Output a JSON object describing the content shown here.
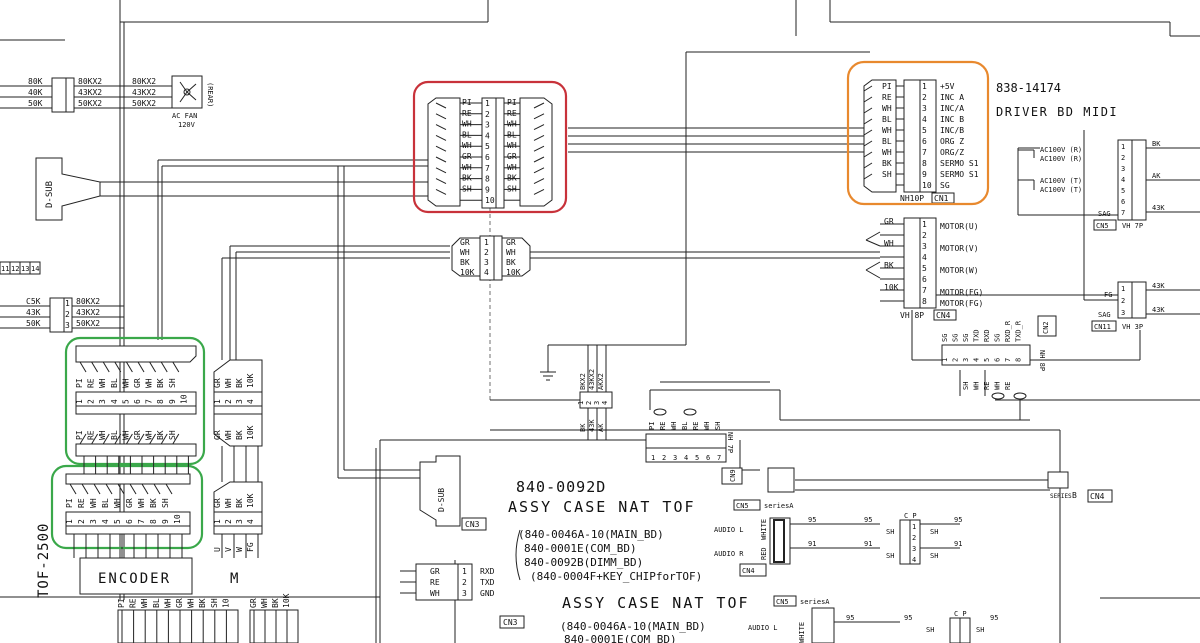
{
  "colors": {
    "ink": "#222222",
    "red": "#c8323a",
    "orange": "#e8892e",
    "green": "#3aa84a"
  },
  "top_left_harness": {
    "left_labels": [
      "80K",
      "40K",
      "50K"
    ],
    "right_labels": [
      "80KX2",
      "43KX2",
      "50KX2"
    ],
    "far_right_labels": [
      "80KX2",
      "43KX2",
      "50KX2"
    ],
    "pins": [
      "1",
      "2",
      "3"
    ]
  },
  "fan": {
    "name": "AC FAN",
    "voltage": "120V",
    "location": "(REAR)"
  },
  "dsub_label": "D-SUB",
  "left_terms": [
    "11",
    "12",
    "13",
    "14"
  ],
  "mid_left_harness": {
    "left_labels": [
      "C5K",
      "43K",
      "50K"
    ],
    "right_labels": [
      "80KX2",
      "43KX2",
      "50KX2"
    ],
    "pins": [
      "1",
      "2",
      "3"
    ]
  },
  "red_conn": {
    "left": [
      "PI",
      "RE",
      "WH",
      "BL",
      "WH",
      "GR",
      "WH",
      "BK",
      "SH"
    ],
    "right": [
      "PI",
      "RE",
      "WH",
      "BL",
      "WH",
      "GR",
      "WH",
      "BK",
      "SH"
    ],
    "pins": [
      "1",
      "2",
      "3",
      "4",
      "5",
      "6",
      "7",
      "8",
      "9",
      "10"
    ]
  },
  "mid_conn": {
    "left": [
      "GR",
      "WH",
      "BK",
      "10K"
    ],
    "right": [
      "GR",
      "WH",
      "BK",
      "10K"
    ],
    "pins": [
      "1",
      "2",
      "3",
      "4"
    ]
  },
  "driver": {
    "part": "838-14174",
    "name": "DRIVER BD MIDI",
    "wires": [
      "PI",
      "RE",
      "WH",
      "BL",
      "WH",
      "BL",
      "WH",
      "BK",
      "SH"
    ],
    "pins": [
      "1",
      "2",
      "3",
      "4",
      "5",
      "6",
      "7",
      "8",
      "9",
      "10"
    ],
    "signals": [
      "+5V",
      "INC A",
      "INC/A",
      "INC B",
      "INC/B",
      "ORG Z",
      "ORG/Z",
      "SERMO S1",
      "SERMO S1",
      "SG"
    ],
    "conn_type": "NH10P",
    "conn_name": "CN1"
  },
  "cn4": {
    "wires": [
      "GR",
      "WH",
      "BK",
      "10K"
    ],
    "pins": [
      "1",
      "2",
      "3",
      "4",
      "5",
      "6",
      "7",
      "8"
    ],
    "signals": [
      "MOTOR(U)",
      "MOTOR(V)",
      "MOTOR(W)",
      "MOTOR(FG)",
      "MOTOR(FG)"
    ],
    "type": "VH 8P",
    "name": "CN4"
  },
  "cn5_right": {
    "ac_labels": [
      "AC100V (R)",
      "AC100V (R)",
      "AC100V (T)",
      "AC100V (T)"
    ],
    "pins": [
      "1",
      "2",
      "3",
      "4",
      "5",
      "6",
      "7"
    ],
    "wire_labels": [
      "BK",
      "AK",
      "43K"
    ],
    "sag": "SAG",
    "name": "CN5",
    "type": "VH 7P"
  },
  "cn11": {
    "fg": "FG",
    "sag": "SAG",
    "pins": [
      "1",
      "2",
      "3"
    ],
    "wire_labels": [
      "43K",
      "43K"
    ],
    "name": "CN11",
    "type": "VH 3P"
  },
  "cn2": {
    "pins": [
      "1",
      "2",
      "3",
      "4",
      "5",
      "6",
      "7",
      "8"
    ],
    "signals": [
      "SG",
      "SG",
      "SG",
      "TXD",
      "RXD",
      "SG",
      "RXD_R",
      "TXD_R"
    ],
    "wires": [
      "SH",
      "WH",
      "RE",
      "WH",
      "RE"
    ],
    "name": "CN2",
    "type": "NH 8P"
  },
  "gnd_bundle": {
    "labels": [
      "BKX2",
      "43KX2",
      "AKX2"
    ],
    "pins": [
      "1",
      "2",
      "3",
      "4"
    ],
    "bottom_labels": [
      "BK",
      "43K",
      "AK"
    ]
  },
  "cn9": {
    "wires": [
      "PI",
      "RE",
      "WH",
      "BL",
      "RE",
      "WH",
      "SH"
    ],
    "pins": [
      "1",
      "2",
      "3",
      "4",
      "5",
      "6",
      "7"
    ],
    "type": "NH 7P",
    "name": "CN9"
  },
  "board": {
    "part": "840-0092D",
    "name": "ASSY CASE NAT TOF",
    "subs": [
      "(840-0046A-10(MAIN_BD)",
      "840-0001E(COM_BD)",
      "840-0092B(DIMM_BD)",
      "(840-0004F+KEY_CHIPforTOF)"
    ],
    "part_repeat": "ASSY CASE NAT TOF",
    "subs_repeat": [
      "(840-0046A-10(MAIN_BD)",
      "840-0001E(COM_BD)"
    ]
  },
  "cn5_mid": {
    "name": "CN5",
    "series": "seriesA"
  },
  "audio": {
    "labels": [
      "AUDIO L",
      "AUDIO R"
    ],
    "wire_labels": [
      "RED",
      "WHITE"
    ],
    "nums": [
      "95",
      "91"
    ],
    "cp_label": "C P",
    "sh_labels": [
      "SH",
      "SH"
    ],
    "cp_pins": [
      "1",
      "2",
      "3",
      "4"
    ],
    "name": "CN4"
  },
  "audio2": {
    "label": "AUDIO L",
    "nums": [
      "95"
    ],
    "name": "CN5",
    "series": "seriesA",
    "wire": "WHITE"
  },
  "series_b": {
    "label": "SERIES",
    "letter": "B",
    "name": "CN4"
  },
  "cn3": {
    "name": "CN3",
    "dsub": "D-SUB",
    "wires": [
      "GR",
      "RE",
      "WH"
    ],
    "pins": [
      "1",
      "2",
      "3"
    ],
    "signals": [
      "RXD",
      "TXD",
      "GND"
    ]
  },
  "cn3_bottom": {
    "name": "CN3"
  },
  "green_top": {
    "top": [
      "PI",
      "RE",
      "WH",
      "BL",
      "WH",
      "GR",
      "WH",
      "BK",
      "SH"
    ],
    "bottom": [
      "PI",
      "RE",
      "WH",
      "BL",
      "WH",
      "GR",
      "WH",
      "BK",
      "SH"
    ],
    "pins": [
      "1",
      "2",
      "3",
      "4",
      "5",
      "6",
      "7",
      "8",
      "9",
      "10"
    ]
  },
  "green_bottom": {
    "top": [
      "PI",
      "RE",
      "WH",
      "BL",
      "WH",
      "GR",
      "WH",
      "BK",
      "SH"
    ],
    "pins": [
      "1",
      "2",
      "3",
      "4",
      "5",
      "6",
      "7",
      "8",
      "9",
      "10"
    ]
  },
  "right_vconn_top": {
    "top": [
      "GR",
      "WH",
      "BK",
      "10K"
    ],
    "bottom": [
      "GR",
      "WH",
      "BK",
      "10K"
    ],
    "pins": [
      "1",
      "2",
      "3",
      "4"
    ]
  },
  "right_vconn_bottom": {
    "top": [
      "GR",
      "WH",
      "BK",
      "10K"
    ],
    "bottom": [
      "U",
      "V",
      "W",
      "FG"
    ],
    "pins": [
      "1",
      "2",
      "3",
      "4"
    ]
  },
  "encoder": {
    "label": "ENCODER",
    "m": "M",
    "tof": "TOF-2500"
  },
  "bottom_row": {
    "labels": [
      "PI",
      "RE",
      "WH",
      "BL",
      "WH",
      "GR",
      "WH",
      "BK",
      "SH",
      "10"
    ],
    "labels2": [
      "GR",
      "WH",
      "BK",
      "10K"
    ]
  }
}
